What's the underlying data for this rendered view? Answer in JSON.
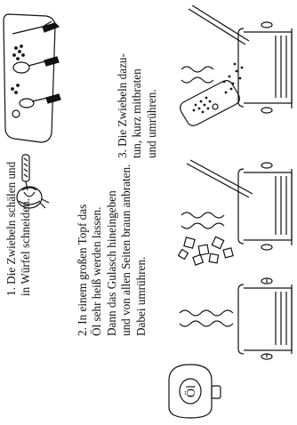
{
  "steps": [
    {
      "lines": [
        "1. Die Zwiebeln schälen und",
        "in Würfel schneiden."
      ]
    },
    {
      "lines": [
        "2. In einem großen Topf das",
        "Öl sehr heiß werden lassen.",
        "Dann das Gulasch hineingeben",
        "und von allen Seiten braun anbraten.",
        "Dabei umrühren."
      ]
    },
    {
      "lines": [
        "3. Die Zwiebeln dazu-",
        "tun, kurz mitbraten",
        "und umrühren."
      ]
    }
  ],
  "oil_bottle_label": "Öl",
  "colors": {
    "ink": "#111111",
    "paper": "#ffffff"
  }
}
